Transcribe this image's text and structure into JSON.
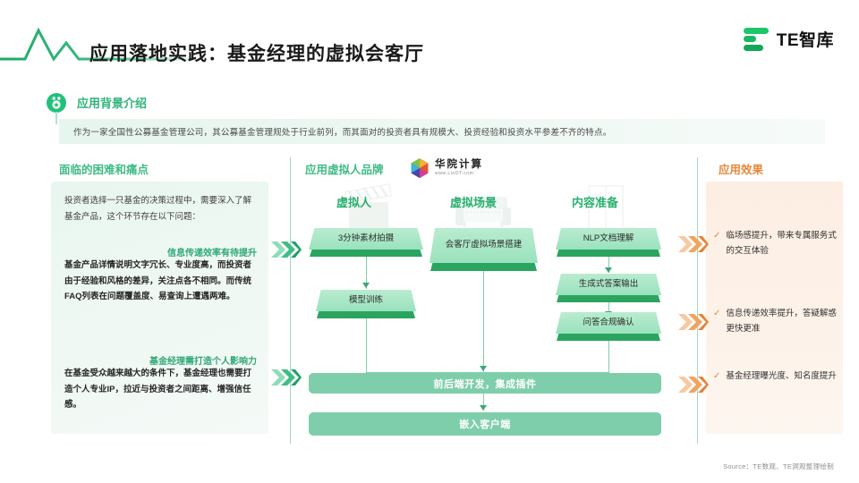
{
  "header": {
    "title": "应用落地实践：基金经理的虚拟会客厅",
    "brand_name": "TE智库",
    "accent_green": "#1ec66b"
  },
  "background": {
    "icon": "medal-badge-icon",
    "section_title": "应用背景介绍",
    "text": "作为一家全国性公募基金管理公司，其公募基金管理规处于行业前列，而其面对的投资者具有规模大、投资经验和投资水平参差不齐的特点。"
  },
  "columns": {
    "left_title": "面临的困难和痛点",
    "mid_title": "应用虚拟人品牌",
    "right_title": "应用效果",
    "right_title_color": "#e8883c",
    "title_color": "#3fbb86"
  },
  "partner": {
    "name": "华院计算",
    "url": "www.LinDT.com"
  },
  "pain": {
    "intro": "投资者选择一只基金的决策过程中，需要深入了解基金产品，这个环节存在以下问题：",
    "points": [
      {
        "head": "信息传递效率有待提升",
        "body": "基金产品详情说明文字冗长、专业度高，而投资者由于经验和风格的差异，关注点各不相同。而传统FAQ列表在问题覆盖度、易查询上遭遇两难。"
      },
      {
        "head": "基金经理需打造个人影响力",
        "body": "在基金受众越来越大的条件下，基金经理也需要打造个人专业IP，拉近与投资者之间距离、增强信任感。"
      }
    ]
  },
  "flow": {
    "tracks": [
      {
        "heading": "虚拟人",
        "watermark": "clapperboard-icon",
        "steps": [
          "3分钟素材拍摄",
          "模型训练"
        ]
      },
      {
        "heading": "虚拟场景",
        "watermark": "sofa-icon",
        "steps": [
          "会客厅虚拟场景搭建"
        ]
      },
      {
        "heading": "内容准备",
        "watermark": "document-icon",
        "steps": [
          "NLP文档理解",
          "生成式答案输出",
          "问答合规确认"
        ]
      }
    ],
    "bars": [
      "前后端开发，集成插件",
      "嵌入客户端"
    ]
  },
  "effects": [
    "临场感提升，带来专属服务式的交互体验",
    "信息传递效率提升，答疑解惑更快更准",
    "基金经理曝光度、知名度提升"
  ],
  "footer": {
    "source": "Source：TE数观、TE洞观整理绘制"
  }
}
